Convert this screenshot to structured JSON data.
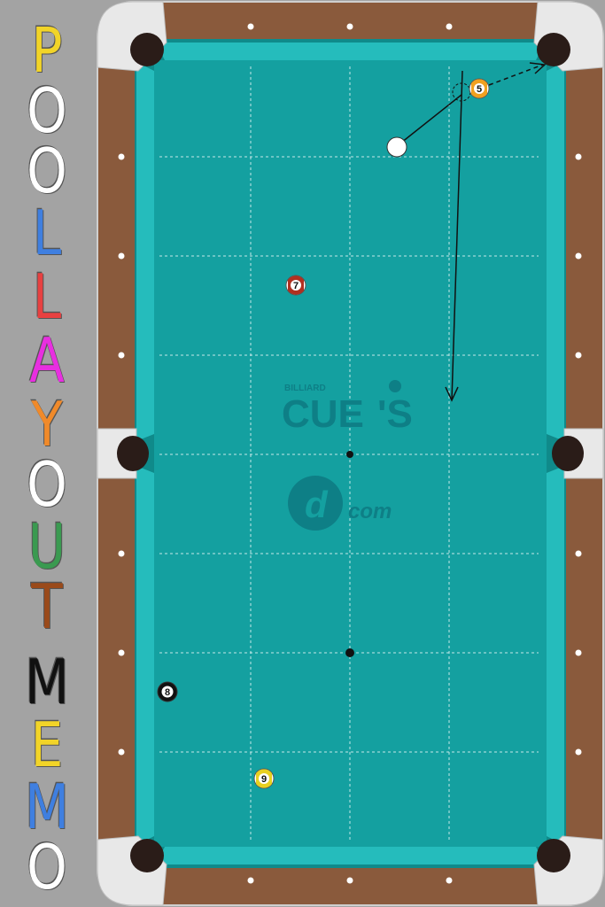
{
  "app": {
    "title": "POOL LAYOUT MEMO"
  },
  "sidebar": {
    "letters": [
      {
        "char": "P",
        "color": "#f2d428"
      },
      {
        "char": "O",
        "color": "#ffffff"
      },
      {
        "char": "O",
        "color": "#ffffff"
      },
      {
        "char": "L",
        "color": "#3f7fe0"
      },
      {
        "char": "L",
        "color": "#e84040"
      },
      {
        "char": "A",
        "color": "#e82fe0"
      },
      {
        "char": "Y",
        "color": "#f08a2a"
      },
      {
        "char": "O",
        "color": "#ffffff"
      },
      {
        "char": "U",
        "color": "#3a9a50"
      },
      {
        "char": "T",
        "color": "#9a4a1a"
      },
      {
        "char": "M",
        "color": "#111111"
      },
      {
        "char": "E",
        "color": "#f2d428"
      },
      {
        "char": "M",
        "color": "#3f7fe0"
      },
      {
        "char": "O",
        "color": "#ffffff"
      }
    ]
  },
  "logo": {
    "small_text": "BILLIARD",
    "main_text": "CUE",
    "suffix_text": "'S",
    "domain_text": "com",
    "emblem_letter": "d"
  },
  "balls": [
    {
      "number": "5",
      "type": "stripe",
      "color": "#f0a020"
    },
    {
      "number": "7",
      "type": "stripe",
      "color": "#b03020"
    },
    {
      "number": "8",
      "type": "solid",
      "color": "#111111"
    },
    {
      "number": "9",
      "type": "stripe",
      "color": "#e8d020"
    }
  ],
  "colors": {
    "felt": "#14a0a0",
    "cushion": "#1fb4b4",
    "rail": "#8a5a3c",
    "pocket_frame": "#e8e8e8",
    "pocket": "#2a1c18",
    "logo": "#0e7f86"
  }
}
